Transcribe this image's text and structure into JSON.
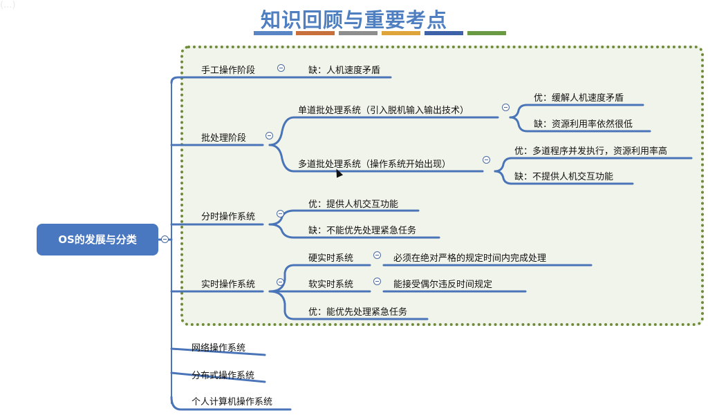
{
  "header": {
    "watermark": "(...)",
    "title": "知识回顾与重要考点",
    "bar_colors": [
      "#5a85c4",
      "#c8703c",
      "#8e8e8e",
      "#e0a53a",
      "#3e62a8",
      "#6b9a45"
    ]
  },
  "root": {
    "label": "OS的发展与分类"
  },
  "branches": {
    "manual": {
      "label": "手工操作阶段",
      "con": "缺：人机速度矛盾"
    },
    "batch": {
      "label": "批处理阶段",
      "single": {
        "label": "单道批处理系统（引入脱机输入输出技术）",
        "pro": "优：缓解人机速度矛盾",
        "con": "缺：资源利用率依然很低"
      },
      "multi": {
        "label": "多道批处理系统（操作系统开始出现）",
        "pro": "优：多道程序并发执行，资源利用率高",
        "con": "缺：不提供人机交互功能"
      }
    },
    "timesharing": {
      "label": "分时操作系统",
      "pro": "优：提供人机交互功能",
      "con": "缺：不能优先处理紧急任务"
    },
    "realtime": {
      "label": "实时操作系统",
      "hard": {
        "label": "硬实时系统",
        "desc": "必须在绝对严格的规定时间内完成处理"
      },
      "soft": {
        "label": "软实时系统",
        "desc": "能接受偶尔违反时间规定"
      },
      "pro": "优：能优先处理紧急任务"
    },
    "network": {
      "label": "网络操作系统"
    },
    "distributed": {
      "label": "分布式操作系统"
    },
    "personal": {
      "label": "个人计算机操作系统"
    }
  },
  "colors": {
    "title": "#4f7fc0",
    "root_fill": "#4a78c0",
    "connector": "#4a74b8",
    "frame_border": "#6f8a3a",
    "frame_fill": "#f1f4ea"
  }
}
